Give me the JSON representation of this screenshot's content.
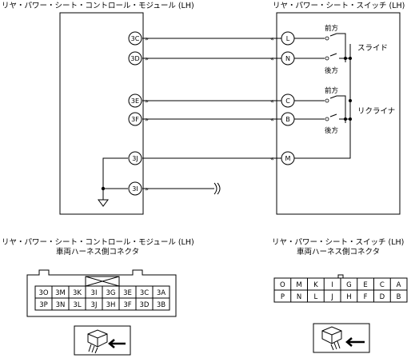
{
  "titles": {
    "module": "リヤ・パワー・シート・コントロール・モジュール (LH)",
    "switch": "リヤ・パワー・シート・スイッチ (LH)"
  },
  "module_pins": [
    "3C",
    "3D",
    "3E",
    "3F",
    "3J",
    "3I"
  ],
  "switch_pins": [
    "L",
    "N",
    "C",
    "B",
    "M"
  ],
  "wire_arrows": {
    "module_side": "»",
    "switch_side": "«"
  },
  "switch_labels": {
    "forward": "前方",
    "backward": "後方",
    "slide": "スライド",
    "recliner": "リクライナ"
  },
  "connector_captions": {
    "module_line1": "リヤ・パワー・シート・コントロール・モジュール (LH)",
    "module_line2": "車両ハーネス側コネクタ",
    "switch_line1": "リヤ・パワー・シート・スイッチ (LH)",
    "switch_line2": "車両ハーネス側コネクタ"
  },
  "module_connector": {
    "top_row": [
      "3O",
      "3M",
      "3K",
      "3I",
      "3G",
      "3E",
      "3C",
      "3A"
    ],
    "bottom_row": [
      "3P",
      "3N",
      "3L",
      "3J",
      "3H",
      "3F",
      "3D",
      "3B"
    ]
  },
  "switch_connector": {
    "top_row": [
      "O",
      "M",
      "K",
      "I",
      "G",
      "E",
      "C",
      "A"
    ],
    "bottom_row": [
      "P",
      "N",
      "L",
      "J",
      "H",
      "F",
      "D",
      "B"
    ]
  }
}
